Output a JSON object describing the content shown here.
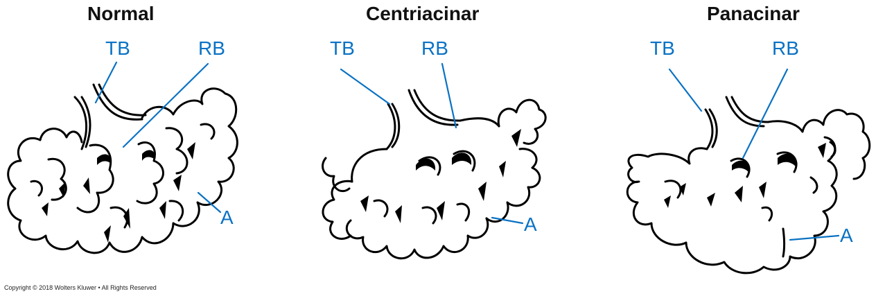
{
  "colors": {
    "label": "#0a72c4",
    "ink": "#000000"
  },
  "panels": [
    {
      "title": "Normal",
      "labels": {
        "tb": "TB",
        "rb": "RB",
        "a": "A"
      }
    },
    {
      "title": "Centriacinar",
      "labels": {
        "tb": "TB",
        "rb": "RB",
        "a": "A"
      }
    },
    {
      "title": "Panacinar",
      "labels": {
        "tb": "TB",
        "rb": "RB",
        "a": "A"
      }
    }
  ],
  "copyright": "Copyright © 2018 Wolters Kluwer • All Rights Reserved"
}
